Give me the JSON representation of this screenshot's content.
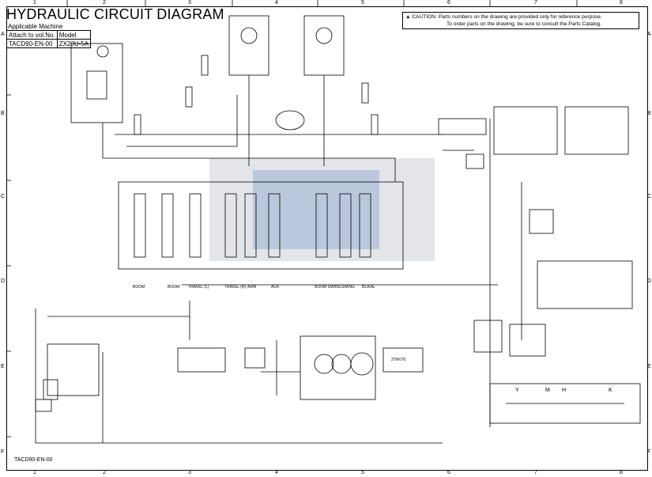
{
  "header": {
    "title": "HYDRAULIC CIRCUIT DIAGRAM",
    "applicable_machine": "Applicable Machine",
    "attach_label": "Attach to vol.No.",
    "model_label": "Model",
    "attach_value": "TACD90-EN-00",
    "model_value": "ZX20U-5A"
  },
  "caution": {
    "line1": "CAUTION: Parts numbers on the drawing are provided only for reference purpose.",
    "line2": "To order parts on the drawing, be sure to consult the Parts Catalog."
  },
  "grid": {
    "columns": [
      "1",
      "2",
      "3",
      "4",
      "5",
      "6",
      "7",
      "8"
    ],
    "rows": [
      "A",
      "B",
      "C",
      "D",
      "E",
      "F"
    ]
  },
  "valve_labels": [
    "BOOM",
    "BOOM",
    "TRAVEL (L)",
    "TRAVEL (R)",
    "ARM",
    "AUX",
    "BOOM SWING",
    "SWING",
    "BLADE"
  ],
  "swivel_labels": [
    "Y",
    "M",
    "H",
    "K"
  ],
  "engine_label": "3TNV76",
  "footer": "TACD90-EN-00",
  "colors": {
    "line": "#000000",
    "watermark": "#9aa4b4"
  }
}
